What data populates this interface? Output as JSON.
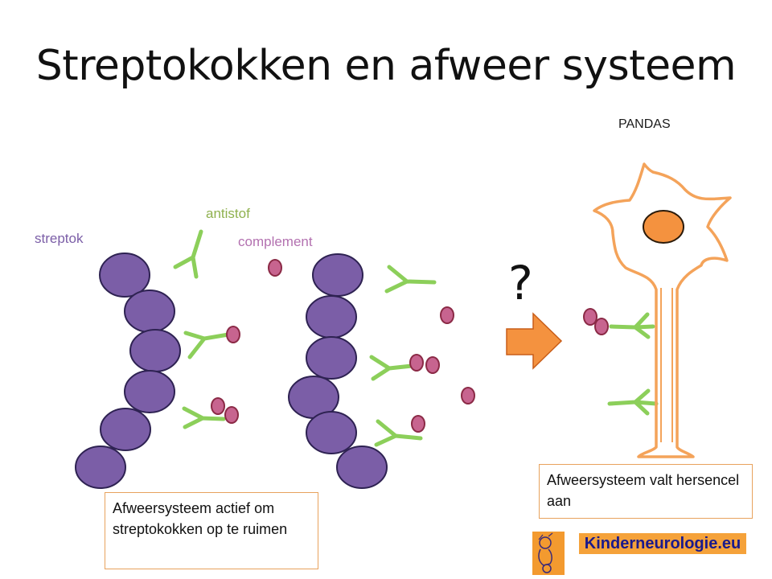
{
  "slide": {
    "title": "Streptokokken en afweer systeem"
  },
  "labels": {
    "pandas": "PANDAS",
    "antistof": "antistof",
    "streptok": "streptok",
    "complement": "complement",
    "question": "?"
  },
  "textboxes": {
    "left": "Afweersysteem actief om streptokokken op te ruimen",
    "right": "Afweersysteem valt hersencel aan"
  },
  "brand": {
    "name": "Kinderneurologie.eu"
  },
  "colors": {
    "bacteria": "#7b5ea7",
    "antibody": "#8ccf5a",
    "complement": "#c7648f",
    "neuron": "#f4a35a",
    "arrow": "#f4923f"
  }
}
